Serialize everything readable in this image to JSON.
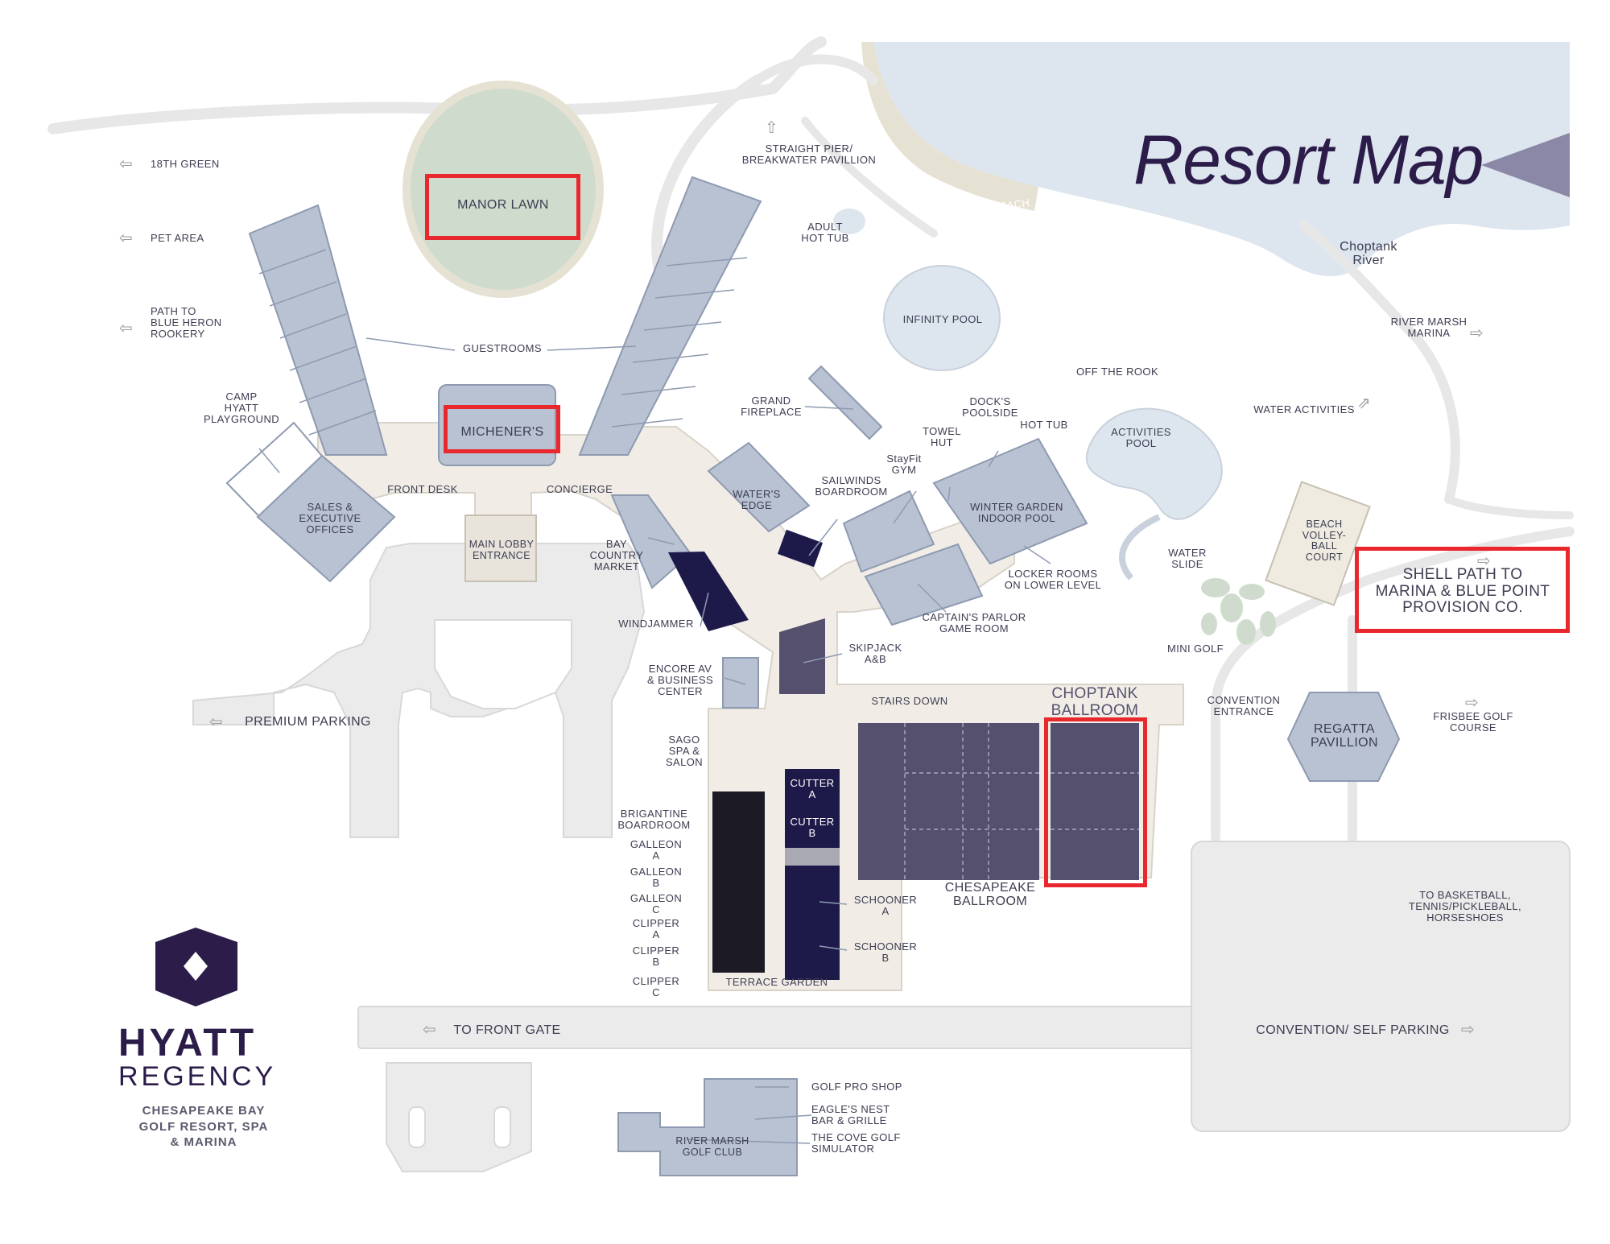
{
  "title": "Resort Map",
  "brand": {
    "name": "HYATT",
    "sub": "REGENCY",
    "desc": "CHESAPEAKE BAY\nGOLF RESORT, SPA\n& MARINA"
  },
  "colors": {
    "building": "#b9c2d3",
    "building_outline": "#8e9ab0",
    "dark_room": "#55506e",
    "navy_room": "#1d1a4a",
    "black_room": "#1c1a24",
    "floor": "#f1ede6",
    "road": "#ebebeb",
    "water": "#dde5ef",
    "sand": "#e6e2d3",
    "lawn": "#cfdccd",
    "highlight": "#e9282d",
    "brand": "#2b1c4a"
  },
  "labels": {
    "green18": "18TH GREEN",
    "pet_area": "PET AREA",
    "blue_heron": "PATH TO\nBLUE HERON\nROOKERY",
    "camp_hyatt": "CAMP\nHYATT\nPLAYGROUND",
    "manor_lawn": "MANOR LAWN",
    "straight_pier": "STRAIGHT PIER/\nBREAKWATER PAVILLION",
    "adult_hot_tub": "ADULT\nHOT TUB",
    "beach_area": "BEACH\nAREA",
    "choptank_river": "Choptank\nRiver",
    "river_marsh_marina": "RIVER MARSH\nMARINA",
    "guestrooms": "GUESTROOMS",
    "infinity_pool": "INFINITY POOL",
    "off_the_rook": "OFF THE ROOK",
    "water_activities": "WATER ACTIVITIES",
    "grand_fireplace": "GRAND\nFIREPLACE",
    "docks_poolside": "DOCK'S\nPOOLSIDE",
    "hot_tub": "HOT TUB",
    "towel_hut": "TOWEL\nHUT",
    "activities_pool": "ACTIVITIES\nPOOL",
    "micheners": "MICHENER'S",
    "stayfit_gym": "StayFit\nGYM",
    "sailwinds": "SAILWINDS\nBOARDROOM",
    "waters_edge": "WATER'S\nEDGE",
    "winter_garden": "WINTER GARDEN\nINDOOR POOL",
    "front_desk": "FRONT DESK",
    "concierge": "CONCIERGE",
    "sales_offices": "SALES &\nEXECUTIVE\nOFFICES",
    "main_lobby": "MAIN LOBBY\nENTRANCE",
    "bay_country": "BAY\nCOUNTRY\nMARKET",
    "water_slide": "WATER\nSLIDE",
    "beach_volleyball": "BEACH\nVOLLEY-\nBALL\nCOURT",
    "locker_rooms": "LOCKER ROOMS\nON LOWER LEVEL",
    "shell_path": "SHELL PATH TO\nMARINA & BLUE POINT\nPROVISION CO.",
    "windjammer": "WINDJAMMER",
    "captains_parlor": "CAPTAIN'S PARLOR\nGAME ROOM",
    "skipjack": "SKIPJACK\nA&B",
    "mini_golf": "MINI GOLF",
    "encore_av": "ENCORE AV\n& BUSINESS\nCENTER",
    "stairs_down": "STAIRS DOWN",
    "choptank_ballroom": "CHOPTANK\nBALLROOM",
    "convention_entrance": "CONVENTION\nENTRANCE",
    "regatta": "REGATTA\nPAVILLION",
    "frisbee_golf": "FRISBEE GOLF\nCOURSE",
    "premium_parking": "PREMIUM PARKING",
    "sago_spa": "SAGO\nSPA &\nSALON",
    "cutter_a": "CUTTER\nA",
    "cutter_b": "CUTTER\nB",
    "brigantine": "BRIGANTINE\nBOARDROOM",
    "galleon_a": "GALLEON\nA",
    "galleon_b": "GALLEON\nB",
    "galleon_c": "GALLEON\nC",
    "clipper_a": "CLIPPER\nA",
    "clipper_b": "CLIPPER\nB",
    "clipper_c": "CLIPPER\nC",
    "chesapeake_ballroom": "CHESAPEAKE\nBALLROOM",
    "schooner_a": "SCHOONER\nA",
    "schooner_b": "SCHOONER\nB",
    "terrace_garden": "TERRACE GARDEN",
    "to_basketball": "TO BASKETBALL,\nTENNIS/PICKLEBALL,\nHORSESHOES",
    "to_front_gate": "TO FRONT GATE",
    "convention_parking": "CONVENTION/ SELF PARKING",
    "golf_pro_shop": "GOLF PRO SHOP",
    "eagles_nest": "EAGLE'S NEST\nBAR & GRILLE",
    "cove_golf": "THE COVE GOLF\nSIMULATOR",
    "river_marsh_golf": "RIVER MARSH\nGOLF CLUB"
  }
}
